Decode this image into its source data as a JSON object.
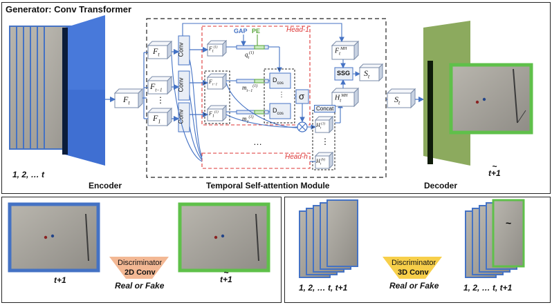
{
  "generator": {
    "title": "Generator: Conv Transformer",
    "encoder_label": "Encoder",
    "decoder_label": "Decoder",
    "module_label": "Temporal Self-attention Module",
    "input_index_label": "1, 2,  …   t",
    "output_index_label": "t+1",
    "feature_ft": "F",
    "feature_ft_sub": "t",
    "conv_label": "Conv",
    "gap_label": "GAP",
    "pe_label": "PE",
    "head1_label": "Head-1",
    "headh_label": "Head-h",
    "ssg_label": "SSG",
    "concat_label": "Concat",
    "dcos_label": "D",
    "dcos_sub": "cos",
    "sigma_label": "σ",
    "st_label": "S",
    "st_sub": "t",
    "ellipsis": "⋮",
    "ellipsis_h": "…"
  },
  "disc2d": {
    "title": "Discriminator",
    "type": "2D Conv",
    "verdict": "Real or Fake",
    "left_label": "t+1",
    "right_label": "t+1"
  },
  "disc3d": {
    "title": "Discriminator",
    "type": "3D Conv",
    "verdict": "Real or Fake",
    "left_label": "1, 2,  …   t,  t+1",
    "right_label": "1, 2,  …   t,  t+1"
  },
  "colors": {
    "blue": "#4472c4",
    "green": "#57a33a",
    "red_dash": "#d33",
    "decoder_fill": "#8caa5e",
    "encoder_fill": "#3f6fd2",
    "disc2d_fill": "#f3b894",
    "disc3d_fill": "#f7cf4a",
    "box_fill": "#e9eef6"
  }
}
